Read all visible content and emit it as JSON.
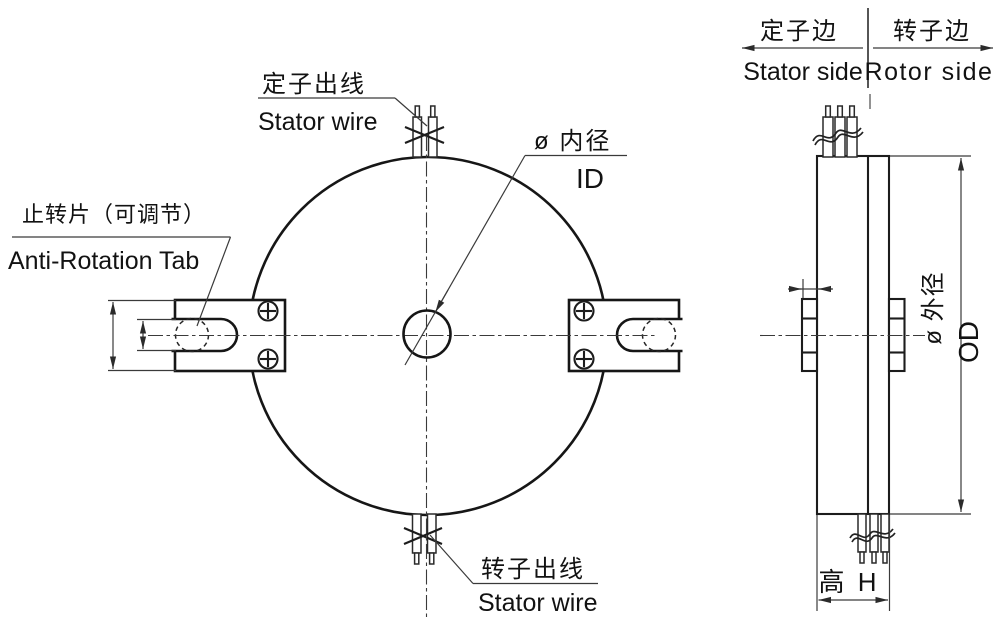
{
  "header": {
    "stator_side_zh": "定子边",
    "stator_side_en": "Stator side",
    "rotor_side_zh": "转子边",
    "rotor_side_en": "Rotor side"
  },
  "labels": {
    "stator_wire_top_zh": "定子出线",
    "stator_wire_top_en": "Stator wire",
    "anti_rotation_zh": "止转片（可调节）",
    "anti_rotation_en": "Anti-Rotation Tab",
    "inner_diameter_zh": "ø 内径",
    "inner_diameter_en": "ID",
    "outer_diameter_zh": "ø 外径",
    "outer_diameter_en": "OD",
    "rotor_wire_bottom_zh": "转子出线",
    "rotor_wire_bottom_en": "Stator wire",
    "height_label": "高 H"
  },
  "colors": {
    "ink": "#161616",
    "thin_line": "#3a3a3a",
    "background": "#ffffff"
  }
}
